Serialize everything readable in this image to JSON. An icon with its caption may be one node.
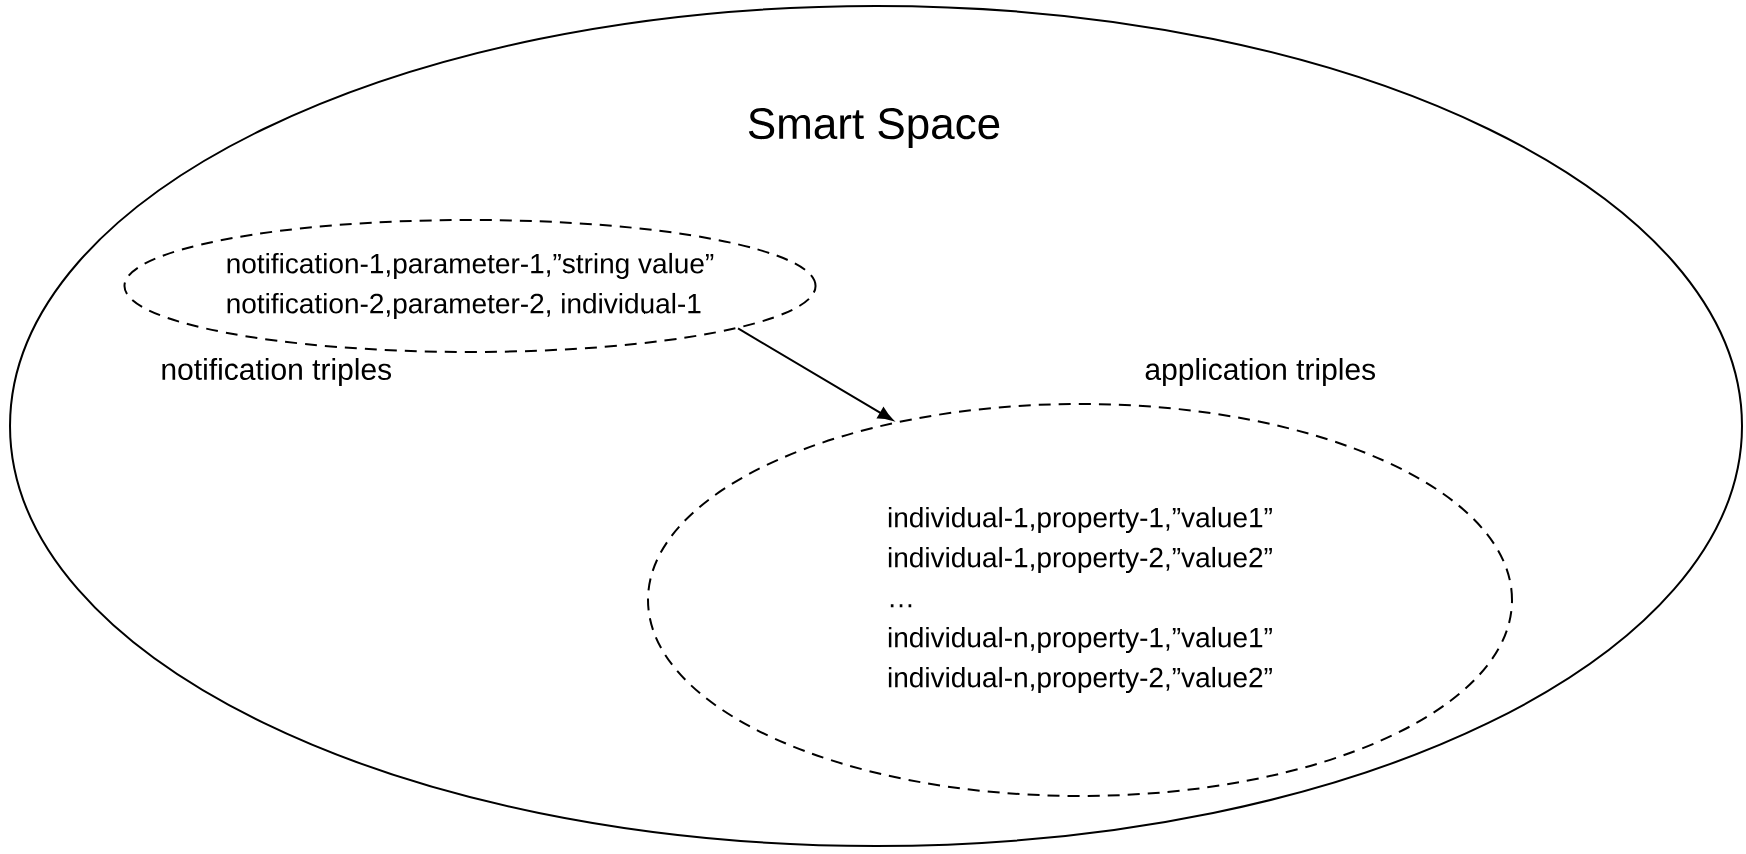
{
  "diagram": {
    "nodes": [
      {
        "text": [
          "Smart Space"
        ]
      },
      {
        "text": [
          "notification-1,parameter-1,”string value”",
          "notification-2,parameter-2, individual-1"
        ],
        "beside": [
          "notification triples"
        ],
        "in": 0
      },
      {
        "text": [
          "individual-1,property-1,”value1”",
          "individual-1,property-2,”value2”",
          "…",
          "individual-n,property-1,”value1”",
          "individual-n,property-2,”value2”"
        ],
        "beside": [
          "application triples"
        ],
        "in": 0
      }
    ],
    "edges": [
      {
        "from": 1,
        "to": 2,
        "arrow": "to"
      }
    ]
  }
}
